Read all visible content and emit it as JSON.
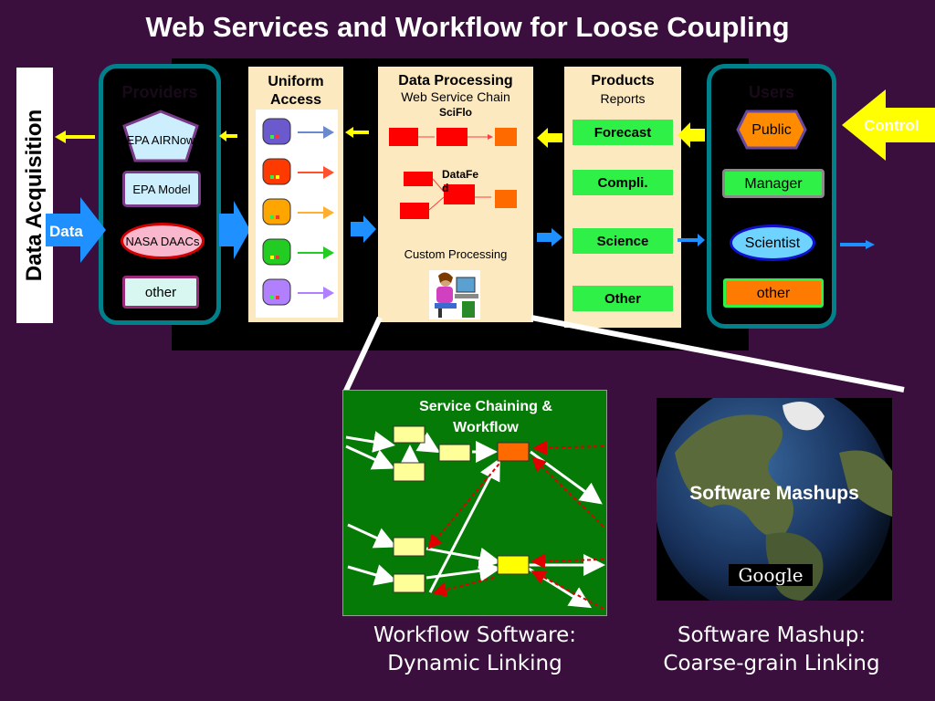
{
  "title": "Web Services and Workflow for Loose Coupling",
  "data_acquisition": "Data Acquisition",
  "data_label": "Data",
  "providers": {
    "heading": "Providers",
    "items": [
      "EPA AIRNow",
      "EPA Model",
      "NASA DAACs",
      "other"
    ]
  },
  "uniform_access": {
    "title_line1": "Uniform",
    "title_line2": "Access"
  },
  "data_processing": {
    "title": "Data Processing",
    "subtitle": "Web Service Chain",
    "sciflo": "SciFlo",
    "datafed": "DataFed",
    "custom": "Custom Processing"
  },
  "products": {
    "title": "Products",
    "subtitle": "Reports",
    "items": [
      "Forecast",
      "Compli.",
      "Science",
      "Other"
    ]
  },
  "users": {
    "heading": "Users",
    "items": [
      "Public",
      "Manager",
      "Scientist",
      "other"
    ]
  },
  "control": "Control",
  "workflow_panel": {
    "title_line1": "Service Chaining &",
    "title_line2": "Workflow"
  },
  "mashup_panel": {
    "label": "Software Mashups",
    "google": "Google"
  },
  "captions": {
    "left_line1": "Workflow Software:",
    "left_line2": "Dynamic Linking",
    "right_line1": "Software Mashup:",
    "right_line2": "Coarse-grain Linking"
  },
  "colors": {
    "background": "#3a0f3d",
    "teal_border": "#00808a",
    "product_button": "#2ef047",
    "workflow_bg": "#067a06",
    "arrow_blue": "#1e90ff",
    "arrow_yellow": "#ffff00"
  }
}
